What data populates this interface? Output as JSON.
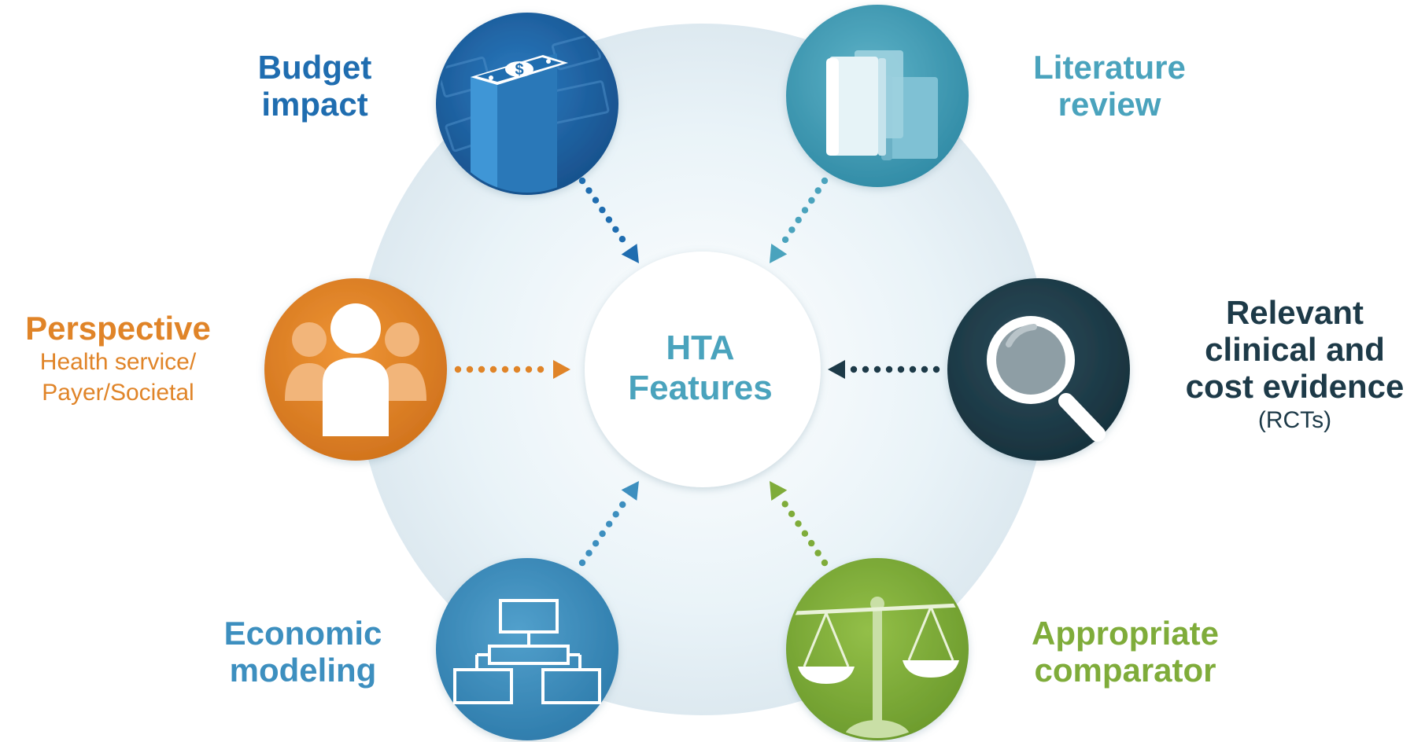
{
  "center": {
    "line1": "HTA",
    "line2": "Features"
  },
  "features": {
    "budget": {
      "line1": "Budget",
      "line2": "impact",
      "icon": "money-stack-icon"
    },
    "literature": {
      "line1": "Literature",
      "line2": "review",
      "icon": "books-icon"
    },
    "perspective": {
      "line1": "Perspective",
      "sub1": "Health service/",
      "sub2": "Payer/Societal",
      "icon": "people-group-icon"
    },
    "evidence": {
      "line1": "Relevant",
      "line2": "clinical and",
      "line3": "cost evidence",
      "sub1": "(RCTs)",
      "icon": "magnifier-icon"
    },
    "modeling": {
      "line1": "Economic",
      "line2": "modeling",
      "icon": "flowchart-icon"
    },
    "comparator": {
      "line1": "Appropriate",
      "line2": "comparator",
      "icon": "scales-icon"
    }
  },
  "colors": {
    "budget": "#1f6db0",
    "literature": "#4aa3bd",
    "perspective": "#e08428",
    "evidence": "#1d3a48",
    "modeling": "#3d8fbf",
    "comparator": "#7fac3a",
    "halo": "#e6f1f6"
  }
}
